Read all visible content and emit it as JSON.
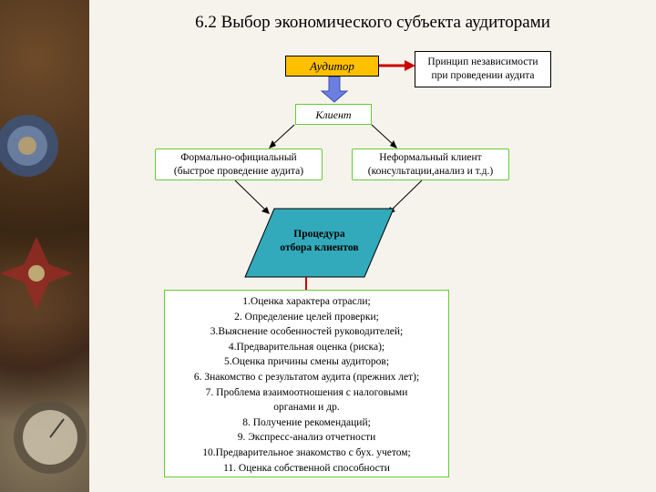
{
  "title": "6.2 Выбор экономического субъекта аудиторами",
  "nodes": {
    "auditor": "Аудитор",
    "principle_line1": "Принцип независимости",
    "principle_line2": "при проведении аудита",
    "client": "Клиент",
    "formal_line1": "Формально-официальный",
    "formal_line2": "(быстрое проведение аудита)",
    "informal_line1": "Неформальный клиент",
    "informal_line2": "(консультации,анализ и т.д.)",
    "procedure_line1": "Процедура",
    "procedure_line2": "отбора клиентов"
  },
  "steps": [
    "1.Оценка характера отрасли;",
    "2. Определение целей проверки;",
    "3.Выяснение особенностей руководителей;",
    "4.Предварительная оценка (риска);",
    "5.Оценка причины смены аудиторов;",
    "6. Знакомство с результатом аудита (прежних лет);",
    "7. Проблема взаимоотношения с налоговыми",
    "органами и др.",
    "8. Получение рекомендаций;",
    "9. Экспресс-анализ отчетности",
    "10.Предварительное знакомство с бух. учетом;",
    "11. Оценка собственной способности"
  ],
  "colors": {
    "auditor_fill": "#ffc000",
    "procedure_fill": "#33aabb",
    "green_border": "#66cc33",
    "blue_arrow": "#6b7fe0",
    "red_arrow": "#cc0000"
  }
}
